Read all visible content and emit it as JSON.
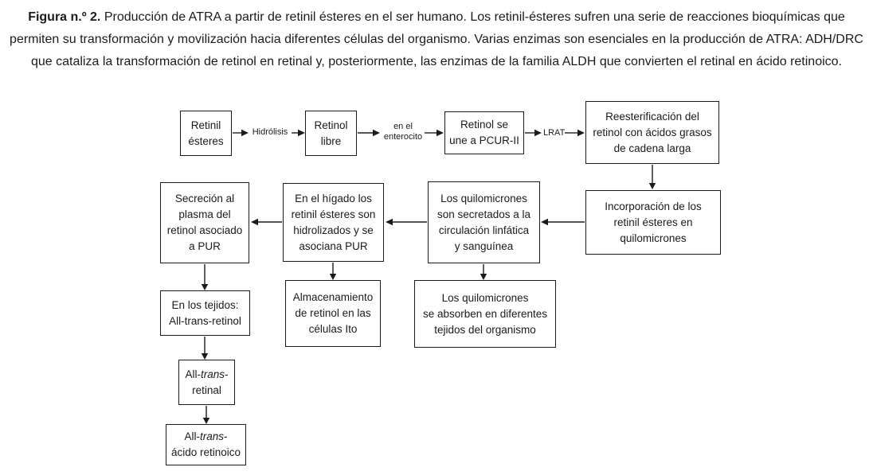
{
  "figure": {
    "caption_bold": "Figura n.º 2.",
    "caption_text": "Producción de ATRA a partir de retinil ésteres en el ser humano. Los retinil-ésteres sufren una serie de reacciones bioquímicas que permiten su transformación y movilización hacia diferentes células del organismo. Varias enzimas son esenciales en la producción de ATRA: ADH/DRC que cataliza la transformación de retinol en retinal y, posteriormente, las enzimas de la familia ALDH que convierten el retinal en ácido retinoico."
  },
  "colors": {
    "text": "#1b1b1b",
    "box_border": "#1b1b1b",
    "background": "#ffffff"
  },
  "flowchart": {
    "boxes": {
      "retinil_esteres": {
        "lines": [
          "Retinil",
          "ésteres"
        ]
      },
      "retinol_libre": {
        "lines": [
          "Retinol",
          "libre"
        ]
      },
      "retinol_pcur": {
        "lines": [
          "Retinol se",
          "une a PCUR-II"
        ]
      },
      "reesterificacion": {
        "lines": [
          "Reesterificación del",
          "retinol con ácidos grasos",
          "de cadena larga"
        ]
      },
      "incorporacion": {
        "lines": [
          "Incorporación de los",
          "retinil ésteres en",
          "quilomicrones"
        ]
      },
      "quilomicrones_secretados": {
        "lines": [
          "Los quilomicrones",
          "son secretados a la",
          "circulación linfática",
          "y sanguínea"
        ]
      },
      "higado": {
        "lines": [
          "En el hígado los",
          "retinil ésteres son",
          "hidrolizados y se",
          "asociana PUR"
        ]
      },
      "secrecion_plasma": {
        "lines": [
          "Secreción al",
          "plasma del",
          "retinol asociado",
          "a PUR"
        ]
      },
      "almacenamiento": {
        "lines": [
          "Almacenamiento",
          "de retinol en las",
          "células Ito"
        ]
      },
      "absorben": {
        "lines": [
          "Los quilomicrones",
          "se absorben en diferentes",
          "tejidos del organismo"
        ]
      },
      "tejidos": {
        "lines": [
          "En los tejidos:",
          "All-trans-retinol"
        ]
      },
      "retinal": {
        "line1_pre": "All-",
        "line1_italic": "trans",
        "line1_post": "-",
        "line2": "retinal"
      },
      "acido_retinoico": {
        "line1_pre": "All-",
        "line1_italic": "trans",
        "line1_post": "-",
        "line2": "ácido retinoico"
      }
    },
    "arrow_labels": {
      "hidrolisis": "Hidrólisis",
      "enterocito_line1": "en el",
      "enterocito_line2": "enterocito",
      "lrat": "LRAT"
    },
    "edges": [
      {
        "from": "retinil_esteres",
        "to": "retinol_libre",
        "label": "Hidrólisis"
      },
      {
        "from": "retinol_libre",
        "to": "retinol_pcur",
        "label": "en el enterocito"
      },
      {
        "from": "retinol_pcur",
        "to": "reesterificacion",
        "label": "LRAT"
      },
      {
        "from": "reesterificacion",
        "to": "incorporacion",
        "label": ""
      },
      {
        "from": "incorporacion",
        "to": "quilomicrones_secretados",
        "label": ""
      },
      {
        "from": "quilomicrones_secretados",
        "to": "higado",
        "label": ""
      },
      {
        "from": "higado",
        "to": "secrecion_plasma",
        "label": ""
      },
      {
        "from": "quilomicrones_secretados",
        "to": "absorben",
        "label": ""
      },
      {
        "from": "higado",
        "to": "almacenamiento",
        "label": ""
      },
      {
        "from": "secrecion_plasma",
        "to": "tejidos",
        "label": ""
      },
      {
        "from": "tejidos",
        "to": "retinal",
        "label": ""
      },
      {
        "from": "retinal",
        "to": "acido_retinoico",
        "label": ""
      }
    ]
  }
}
